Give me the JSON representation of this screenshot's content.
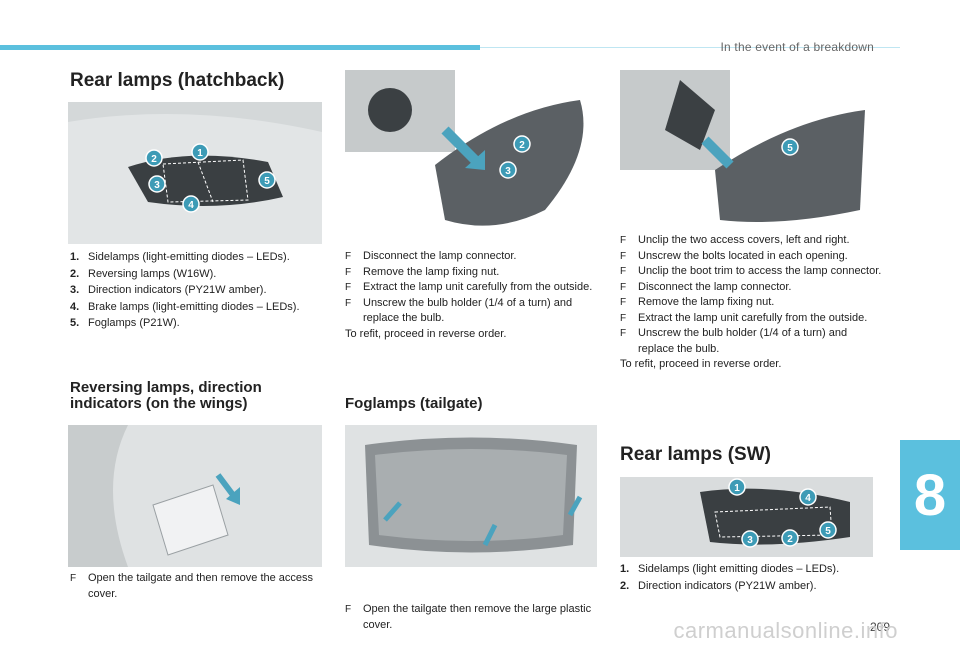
{
  "header": {
    "section_title": "In the event of a breakdown"
  },
  "chapter": {
    "number": "8"
  },
  "footer": {
    "page_number": "209",
    "watermark": "carmanualsonline.info"
  },
  "col1": {
    "title": "Rear lamps (hatchback)",
    "photo_badges": [
      "1",
      "2",
      "3",
      "4",
      "5"
    ],
    "items": [
      {
        "num": "1.",
        "text": "Sidelamps (light-emitting diodes – LEDs)."
      },
      {
        "num": "2.",
        "text": "Reversing lamps (W16W)."
      },
      {
        "num": "3.",
        "text": "Direction indicators (PY21W amber)."
      },
      {
        "num": "4.",
        "text": "Brake lamps (light-emitting diodes – LEDs)."
      },
      {
        "num": "5.",
        "text": "Foglamps (P21W)."
      }
    ],
    "sub_title": "Reversing lamps, direction indicators (on the wings)",
    "sub_step": "Open the tailgate and then remove the access cover."
  },
  "col2": {
    "photo_badges": [
      "2",
      "3"
    ],
    "steps": [
      "Disconnect the lamp connector.",
      "Remove the lamp fixing nut.",
      "Extract the lamp unit carefully from the outside.",
      "Unscrew the bulb holder (1/4 of a turn) and replace the bulb."
    ],
    "note": "To refit, proceed in reverse order.",
    "sub_title": "Foglamps (tailgate)",
    "sub_step": "Open the tailgate then remove the large plastic cover."
  },
  "col3": {
    "photo_badges": [
      "5"
    ],
    "steps": [
      "Unclip the two access covers, left and right.",
      "Unscrew the bolts located in each opening.",
      "Unclip the boot trim to access the lamp connector.",
      "Disconnect the lamp connector.",
      "Remove the lamp fixing nut.",
      "Extract the lamp unit carefully from the outside.",
      "Unscrew the bulb holder (1/4 of a turn) and replace the bulb."
    ],
    "note": "To refit, proceed in reverse order.",
    "sub_title": "Rear lamps (SW)",
    "sw_badges": [
      "1",
      "2",
      "3",
      "4",
      "5"
    ],
    "items": [
      {
        "num": "1.",
        "text": "Sidelamps (light emitting diodes – LEDs)."
      },
      {
        "num": "2.",
        "text": "Direction indicators (PY21W amber)."
      }
    ]
  },
  "bullet_glyph": "F"
}
